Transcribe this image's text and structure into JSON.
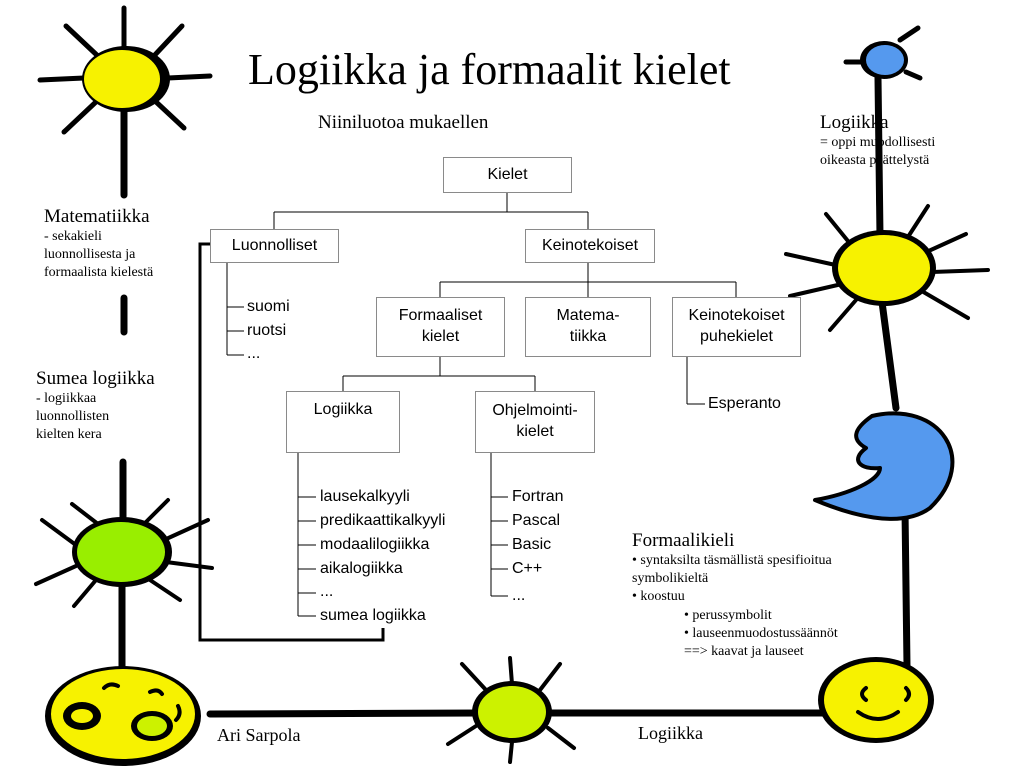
{
  "title": "Logiikka ja formaalit kielet",
  "subtitle": "Niiniluotoa mukaellen",
  "tree": {
    "root": "Kielet",
    "luonnolliset": "Luonnolliset",
    "keinotekoiset": "Keinotekoiset",
    "formaaliset": "Formaaliset\nkielet",
    "matematiikka_box": "Matema-\ntiikka",
    "puhekielet": "Keinotekoiset\npuhekielet",
    "logiikka": "Logiikka",
    "ohjelmointi": "Ohjelmointi-\nkielet",
    "natural_languages": [
      "suomi",
      "ruotsi",
      "..."
    ],
    "artificial_spoken": [
      "Esperanto"
    ],
    "logic_branches": [
      "lausekalkyyli",
      "predikaattikalkyyli",
      "modaalilogiikka",
      "aikalogiikka",
      "...",
      "sumea logiikka"
    ],
    "programming_languages": [
      "Fortran",
      "Pascal",
      "Basic",
      "C++",
      "..."
    ]
  },
  "notes": {
    "matematiikka": {
      "head": "Matematiikka",
      "lines": [
        "- sekakieli",
        "luonnollisesta ja",
        "formaalista kielestä"
      ]
    },
    "sumea": {
      "head": "Sumea logiikka",
      "lines": [
        "- logiikkaa",
        "luonnollisten",
        "kielten kera"
      ]
    },
    "logiikka": {
      "head": "Logiikka",
      "lines": [
        "= oppi muodollisesti",
        "oikeasta päättelystä"
      ]
    },
    "formaalikieli": {
      "head": "Formaalikieli",
      "lines": [
        "• syntaksilta täsmällistä spesifioitua",
        "symbolikieltä",
        "• koostuu"
      ],
      "sub_lines": [
        "• perussymbolit",
        "• lauseenmuodostussäännöt",
        "==> kaavat ja lauseet"
      ]
    }
  },
  "author": "Ari Sarpola",
  "bottom_label": "Logiikka",
  "colors": {
    "yellow": "#f7f200",
    "green": "#99ee00",
    "yellowgreen": "#ccf200",
    "blue": "#5599ee",
    "line": "#000000",
    "box_border": "#8a8a8a"
  }
}
